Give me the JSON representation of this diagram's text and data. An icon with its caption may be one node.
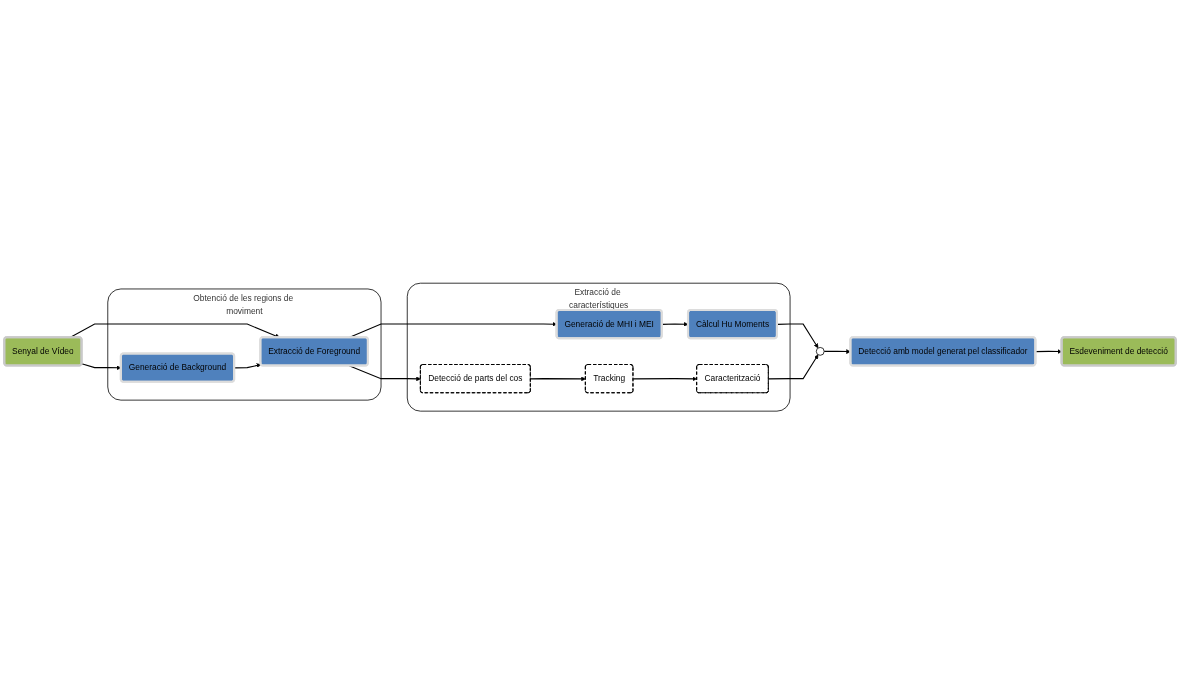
{
  "diagram": {
    "nodes": [
      {
        "text": [
          "Senyal de Vídeo"
        ]
      },
      {
        "text": [
          "Obtenció de les regions de moviment"
        ]
      },
      {
        "text": [
          "Extracció de Foreground"
        ],
        "in": 1
      },
      {
        "text": [
          "Generació de Background"
        ],
        "in": 1
      },
      {
        "text": [
          "Extracció de característiques"
        ]
      },
      {
        "text": [
          "Generació de MHI i MEI"
        ],
        "in": 4
      },
      {
        "text": [
          "Càlcul Hu Moments"
        ],
        "in": 4
      },
      {
        "text": [
          "Detecció de parts del cos"
        ],
        "in": 4
      },
      {
        "text": [
          "Tracking"
        ],
        "in": 4
      },
      {
        "text": [
          "Caracterització"
        ],
        "in": 4
      },
      {
        "text": [],
        "shape": "circle"
      },
      {
        "text": [
          "Detecció amb model generat pel classificador"
        ]
      },
      {
        "text": [
          "Esdeveniment de detecció"
        ]
      }
    ],
    "edges": [
      {
        "from": 0,
        "to": 2,
        "arrow": "to"
      },
      {
        "from": 0,
        "to": 3,
        "arrow": "to"
      },
      {
        "from": 3,
        "to": 2,
        "arrow": "to"
      },
      {
        "from": 2,
        "to": 5,
        "arrow": "to"
      },
      {
        "from": 2,
        "to": 7,
        "arrow": "to"
      },
      {
        "from": 5,
        "to": 6,
        "arrow": "to"
      },
      {
        "from": 6,
        "to": 10,
        "arrow": "to"
      },
      {
        "from": 7,
        "to": 8,
        "arrow": "to"
      },
      {
        "from": 8,
        "to": 9,
        "arrow": "to"
      },
      {
        "from": 9,
        "to": 10,
        "arrow": "to"
      },
      {
        "from": 10,
        "to": 11,
        "arrow": "to"
      },
      {
        "from": 11,
        "to": 12,
        "arrow": "to"
      }
    ]
  }
}
